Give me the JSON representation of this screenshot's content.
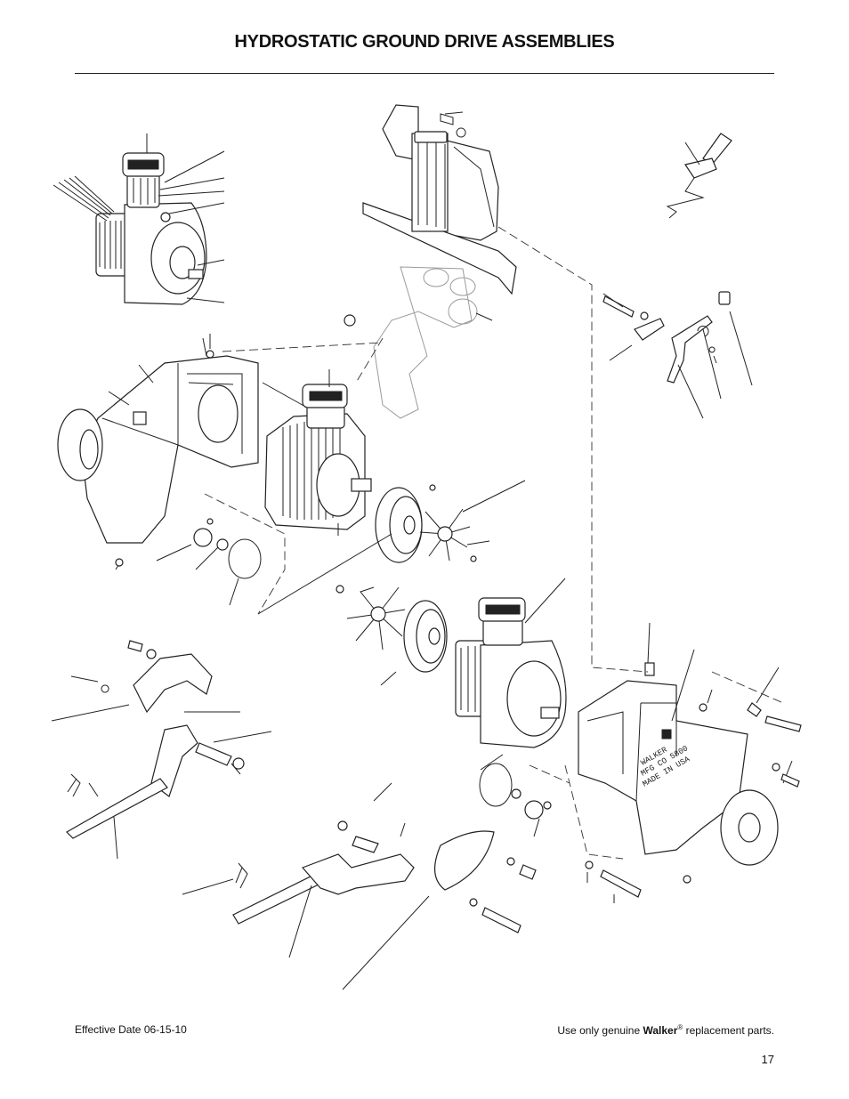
{
  "page": {
    "title": "HYDROSTATIC GROUND DRIVE ASSEMBLIES",
    "effective_date": "Effective Date 06-15-10",
    "footer_prefix": "Use only genuine",
    "brand": "Walker",
    "registered": "®",
    "footer_suffix": " replacement parts.",
    "page_number": "17"
  }
}
